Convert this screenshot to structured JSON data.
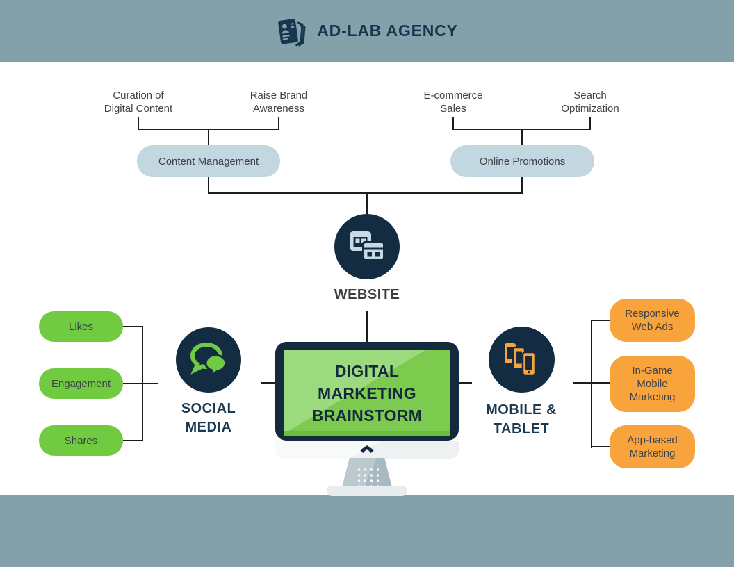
{
  "header": {
    "title": "AD-LAB AGENCY"
  },
  "top": {
    "leaves": [
      "Curation of\nDigital Content",
      "Raise Brand\nAwareness",
      "E-commerce\nSales",
      "Search\nOptimization"
    ],
    "groups": [
      "Content Management",
      "Online Promotions"
    ]
  },
  "website": {
    "label": "WEBSITE"
  },
  "monitor": {
    "title": "DIGITAL\nMARKETING\nBRAINSTORM"
  },
  "social": {
    "label": "SOCIAL\nMEDIA",
    "pills": [
      "Likes",
      "Engagement",
      "Shares"
    ]
  },
  "mobile": {
    "label": "MOBILE &\nTABLET",
    "pills": [
      "Responsive\nWeb Ads",
      "In-Game\nMobile\nMarketing",
      "App-based\nMarketing"
    ]
  },
  "icons": {
    "logo": "brochure-person-icon",
    "website": "browser-windows-icon",
    "social": "chat-bubbles-icon",
    "mobile": "smartphones-icon",
    "monitor": "chevron-up-icon"
  },
  "colors": {
    "band_bg": "#84a0aa",
    "navy": "#132c42",
    "header_text": "#14374e",
    "green": "#70cb41",
    "orange": "#f9a33c",
    "light_blue": "#c3d7e1",
    "screen_green_light": "#9cda7e",
    "screen_green": "#7ccb4e",
    "connector_line": "#1c1c1c",
    "text_dark": "#3e4347"
  }
}
